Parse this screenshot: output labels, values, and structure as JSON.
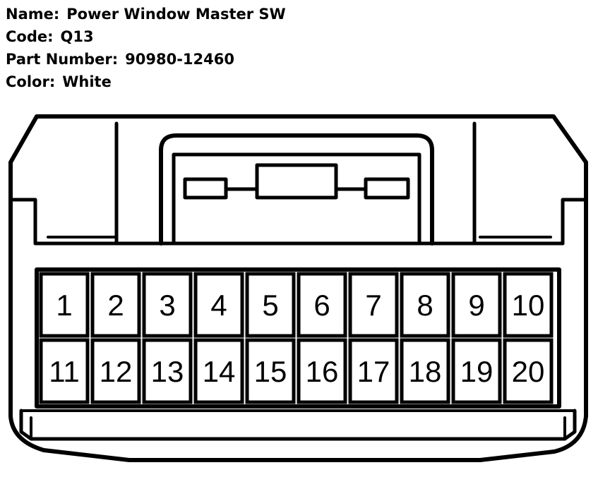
{
  "info": {
    "name_label": "Name:",
    "name_value": "Power Window Master SW",
    "code_label": "Code:",
    "code_value": "Q13",
    "part_label": "Part Number:",
    "part_value": "90980-12460",
    "color_label": "Color:",
    "color_value": "White"
  },
  "pins": {
    "row1": [
      "1",
      "2",
      "3",
      "4",
      "5",
      "6",
      "7",
      "8",
      "9",
      "10"
    ],
    "row2": [
      "11",
      "12",
      "13",
      "14",
      "15",
      "16",
      "17",
      "18",
      "19",
      "20"
    ]
  }
}
